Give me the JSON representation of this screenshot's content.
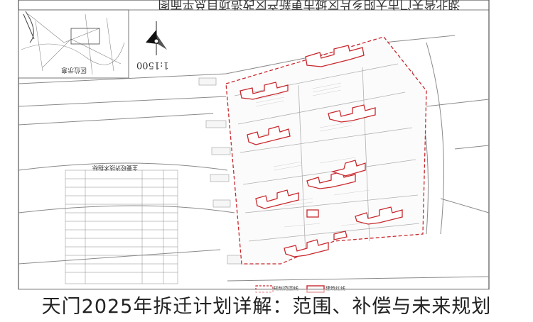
{
  "page": {
    "header_title": "湖北省天门市大阳乡片区城市更新产区改造项目总平面图",
    "scale": "1:1500",
    "inset_label": "区位示意",
    "table_title": "主要经济技术指标",
    "legend_items": [
      "规划范围线",
      "建筑红线"
    ],
    "caption": "天门2025年拆迁计划详解：范围、补偿与未来规划"
  },
  "colors": {
    "red": "#c8282d",
    "line": "#7a7a7a",
    "light": "#bdbdbd"
  }
}
